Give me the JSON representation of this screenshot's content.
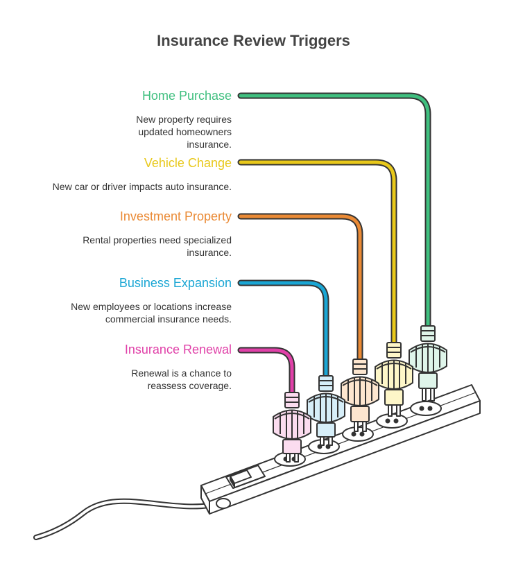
{
  "title": "Insurance Review Triggers",
  "items": [
    {
      "title": "Home Purchase",
      "desc": "New property requires updated homeowners insurance.",
      "color": "#3fbf7f"
    },
    {
      "title": "Vehicle Change",
      "desc": "New car or driver impacts auto insurance.",
      "color": "#e8c81a"
    },
    {
      "title": "Investment Property",
      "desc": "Rental properties need specialized insurance.",
      "color": "#ea8a35"
    },
    {
      "title": "Business Expansion",
      "desc": "New employees or locations increase commercial insurance needs.",
      "color": "#1aa6d4"
    },
    {
      "title": "Insurance Renewal",
      "desc": "Renewal is a chance to reassess coverage.",
      "color": "#e040a8"
    }
  ]
}
